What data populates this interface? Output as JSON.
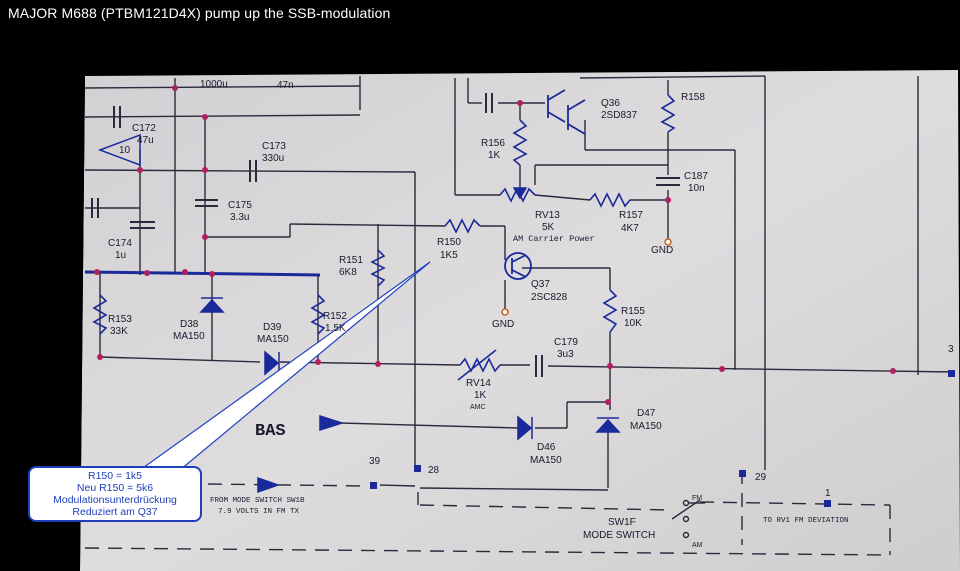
{
  "video_title": "MAJOR M688 (PTBM121D4X) pump up the SSB-modulation",
  "labels": {
    "c_1000u": "1000u",
    "c_47n": "47n",
    "c172": "C172",
    "c172_val": "47u",
    "pin10": "10",
    "c173": "C173",
    "c173_val": "330u",
    "c175": "C175",
    "c175_val": "3.3u",
    "c174": "C174",
    "c174_val": "1u",
    "r153": "R153",
    "r153_val": "33K",
    "d38": "D38",
    "d38_val": "MA150",
    "d39": "D39",
    "d39_val": "MA150",
    "r152": "R152",
    "r152_val": "1.5K",
    "r151": "R151",
    "r151_val": "6K8",
    "r150": "R150",
    "r150_val": "1K5",
    "r156": "R156",
    "r156_val": "1K",
    "q36": "Q36",
    "q36_val": "2SD837",
    "r158": "R158",
    "c187": "C187",
    "c187_val": "10n",
    "rv13": "RV13",
    "rv13_val": "5K",
    "rv13_desc": "AM Carrier Power",
    "r157": "R157",
    "r157_val": "4K7",
    "gnd": "GND",
    "q37": "Q37",
    "q37_val": "2SC828",
    "r155": "R155",
    "r155_val": "10K",
    "c179": "C179",
    "c179_val": "3u3",
    "rv14": "RV14",
    "rv14_val": "1K",
    "rv14_desc": "AMC",
    "d47": "D47",
    "d47_val": "MA150",
    "d46": "D46",
    "d46_val": "MA150",
    "bas": "BAS",
    "pin39": "39",
    "pin28": "28",
    "pin29": "29",
    "pin1": "1",
    "pin3": "3",
    "from_mode_1": "FROM MODE SWITCH SW1B",
    "from_mode_2": "7.9 VOLTS IN FM TX",
    "sw1f": "SW1F",
    "mode_switch": "MODE SWITCH",
    "fm": "FM",
    "am": "AM",
    "to_rv1": "TO RV1 FM DEVIATION"
  },
  "callout": {
    "line1": "R150 = 1k5",
    "line2": "Neu R150 = 5k6",
    "line3": "Modulationsunterdrückung",
    "line4": "Reduziert am Q37"
  },
  "colors": {
    "paper": "#d7d6d6",
    "trace": "#2a2a3c",
    "component": "#1a2a9a",
    "node": "#b02060",
    "callout_border": "#1d3fb8"
  }
}
